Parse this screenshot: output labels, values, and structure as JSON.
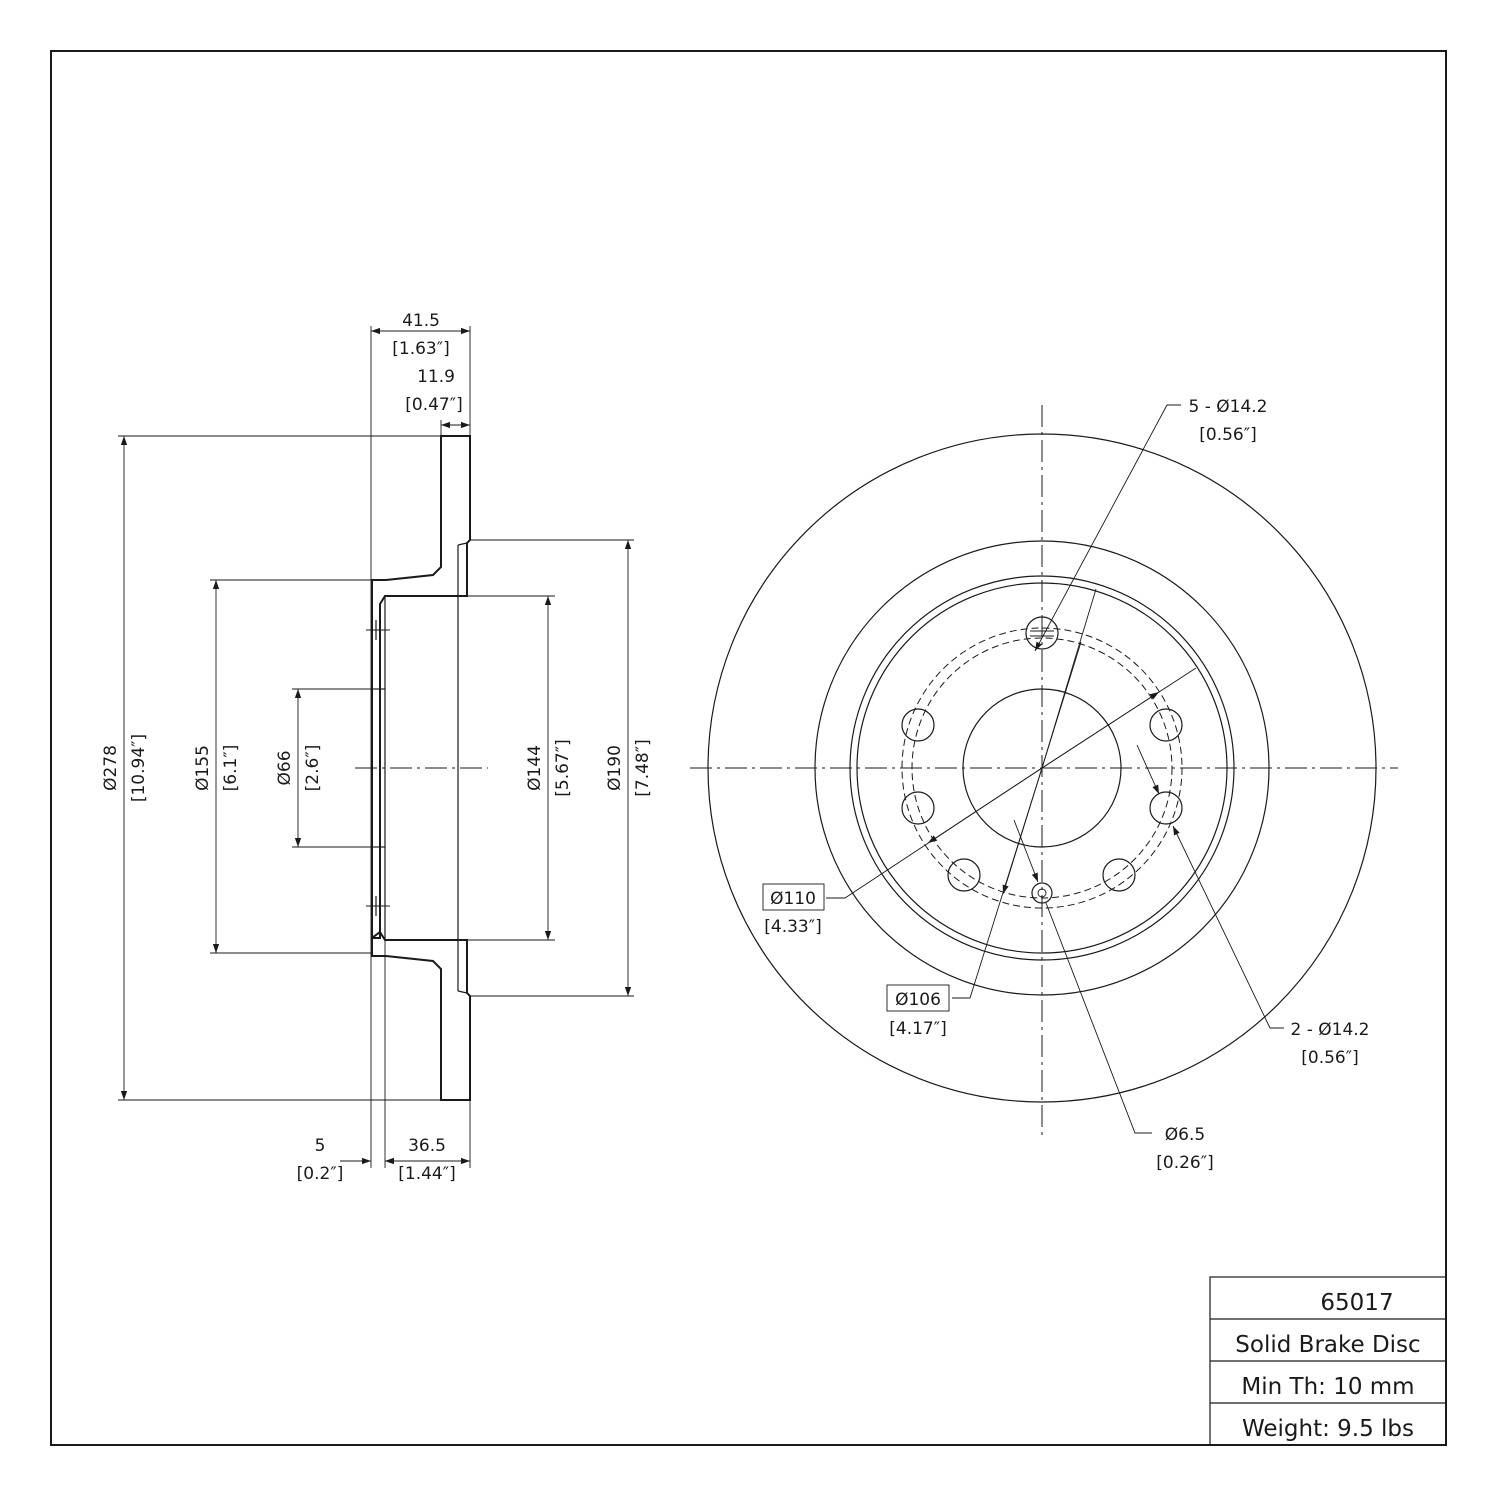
{
  "title_block": {
    "part_number": "65017",
    "description": "Solid Brake Disc",
    "min_thickness": "Min Th: 10 mm",
    "weight": "Weight: 9.5 lbs"
  },
  "side_view": {
    "overall_height": {
      "mm": "41.5",
      "in": "[1.63″]"
    },
    "disc_thickness": {
      "mm": "11.9",
      "in": "[0.47″]"
    },
    "hub_offset": {
      "mm": "5",
      "in": "[0.2″]"
    },
    "hat_depth": {
      "mm": "36.5",
      "in": "[1.44″]"
    },
    "outer_diameter": {
      "mm": "Ø278",
      "in": "[10.94″]"
    },
    "hat_diameter": {
      "mm": "Ø155",
      "in": "[6.1″]"
    },
    "center_bore": {
      "mm": "Ø66",
      "in": "[2.6″]"
    },
    "inner_hat_diameter": {
      "mm": "Ø144",
      "in": "[5.67″]"
    },
    "friction_inner_diameter": {
      "mm": "Ø190",
      "in": "[7.48″]"
    }
  },
  "face_view": {
    "bolt_holes": {
      "mm": "5 - Ø14.2",
      "in": "[0.56″]"
    },
    "alt_holes": {
      "mm": "2 - Ø14.2",
      "in": "[0.56″]"
    },
    "bolt_circle_a": {
      "mm": "Ø110",
      "in": "[4.33″]"
    },
    "bolt_circle_b": {
      "mm": "Ø106",
      "in": "[4.17″]"
    },
    "locating_hole": {
      "mm": "Ø6.5",
      "in": "[0.26″]"
    }
  }
}
